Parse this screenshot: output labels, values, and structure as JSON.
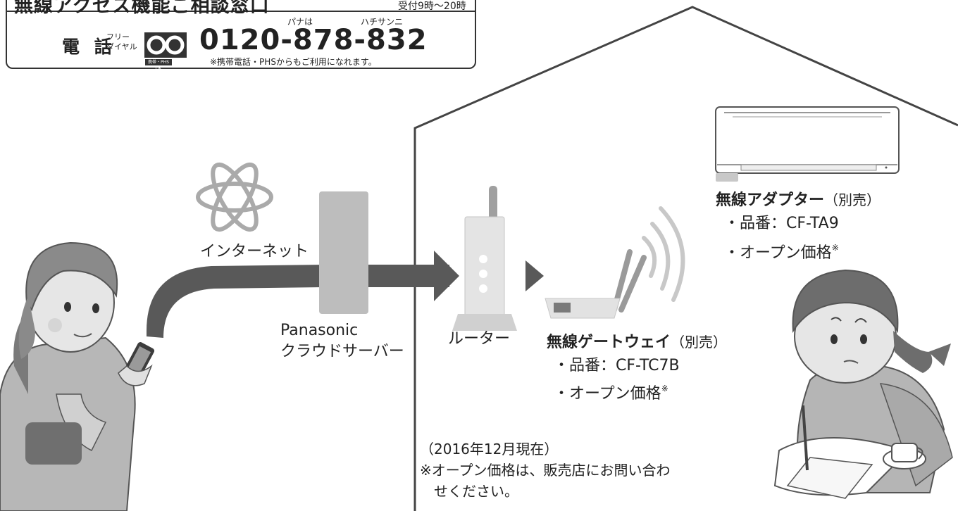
{
  "header": {
    "title": "無線アクセス機能ご相談窓口",
    "hours": "受付9時〜20時",
    "phone_label": "電 話",
    "freedial_label_line1": "フリー",
    "freedial_label_line2": "ダイヤル",
    "phs_badge": "携帯・PHS OK",
    "phone_number": "0120-878-832",
    "reading_pana": "パナは",
    "reading_number": "ハチサンニ",
    "phone_note": "※携帯電話・PHSからもご利用になれます。"
  },
  "labels": {
    "internet": "インターネット",
    "cloud_line1": "Panasonic",
    "cloud_line2": "クラウドサーバー",
    "router": "ルーター",
    "gateway_name": "無線ゲートウェイ",
    "gateway_sold": "（別売）",
    "gateway_model": "・品番：CF-TC7B",
    "gateway_price": "・オープン価格",
    "adapter_name": "無線アダプター",
    "adapter_sold": "（別売）",
    "adapter_model": "・品番：CF-TA9",
    "adapter_price": "・オープン価格",
    "price_mark": "※"
  },
  "notes": {
    "date": "（2016年12月現在）",
    "line1": "※オープン価格は、販売店にお問い合わ",
    "line2": "せください。"
  },
  "icons": [
    "internet-atom-icon",
    "cloud-server-icon",
    "router-icon",
    "gateway-icon",
    "wifi-waves-icon",
    "air-conditioner-icon",
    "woman-with-smartphone-icon",
    "girl-studying-icon",
    "freedial-logo-icon"
  ],
  "colors": {
    "arrow": "#595959",
    "server": "#bdbdbd",
    "router": "#e4e4e4",
    "house_outline": "#444444",
    "figures": "#b9b9b9"
  }
}
